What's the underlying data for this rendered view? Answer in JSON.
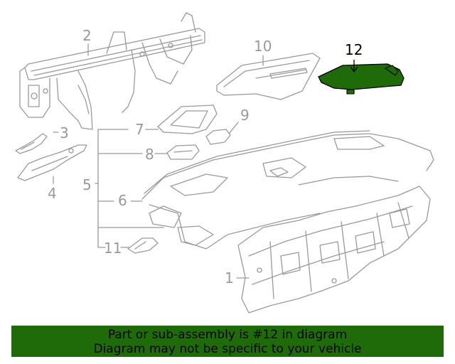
{
  "callouts": [
    {
      "id": "1",
      "label": "1",
      "highlight": false
    },
    {
      "id": "2",
      "label": "2",
      "highlight": false
    },
    {
      "id": "3",
      "label": "3",
      "highlight": false
    },
    {
      "id": "4",
      "label": "4",
      "highlight": false
    },
    {
      "id": "5",
      "label": "5",
      "highlight": false
    },
    {
      "id": "6",
      "label": "6",
      "highlight": false
    },
    {
      "id": "7",
      "label": "7",
      "highlight": false
    },
    {
      "id": "8",
      "label": "8",
      "highlight": false
    },
    {
      "id": "9",
      "label": "9",
      "highlight": false
    },
    {
      "id": "10",
      "label": "10",
      "highlight": false
    },
    {
      "id": "11",
      "label": "11",
      "highlight": false
    },
    {
      "id": "12",
      "label": "12",
      "highlight": true
    }
  ],
  "banner": {
    "line1": "Part or sub-assembly is #12 in diagram",
    "line2": "Diagram may not be specific to your vehicle"
  },
  "colors": {
    "linework": "#9a9a9a",
    "highlight_part": "#1f6b0a",
    "banner_bg": "#1f6b0a",
    "text_highlight": "#000000"
  }
}
